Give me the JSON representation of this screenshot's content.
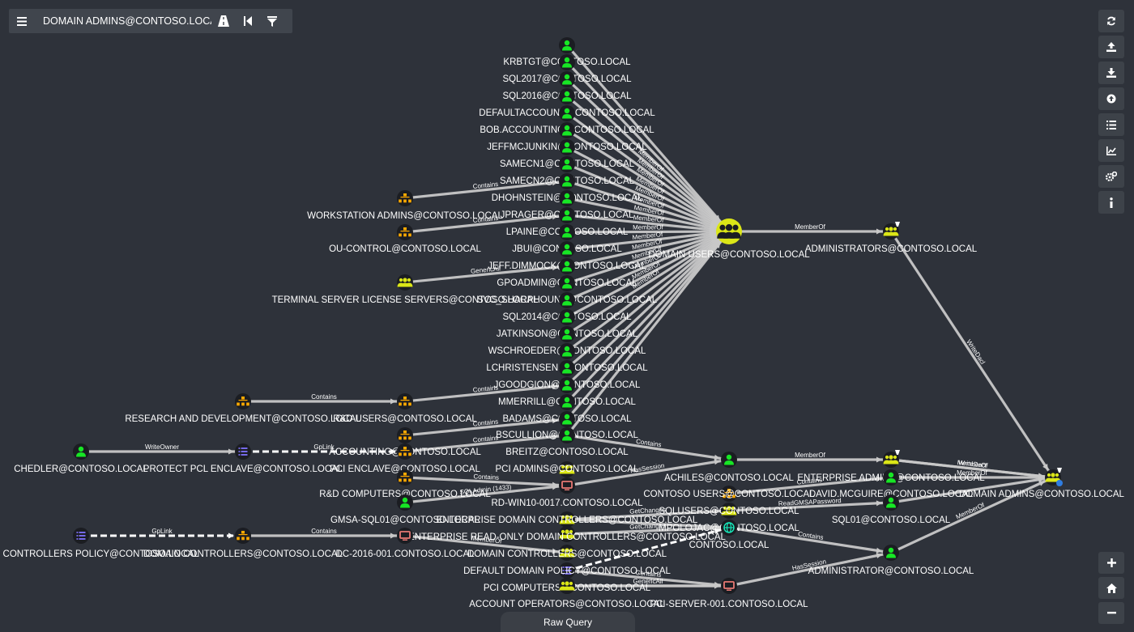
{
  "search": {
    "value": "DOMAIN ADMINS@CONTOSO.LOCAL"
  },
  "bottom": {
    "raw_query_label": "Raw Query"
  },
  "colors": {
    "background": "#2e323a",
    "user": "#17e625",
    "group": "#dbe617",
    "ou": "#ffaa00",
    "gpo": "#7f72fd",
    "computer": "#e67873",
    "domain": "#17e6b9",
    "edge": "#c8c8c8"
  },
  "icons": {
    "menu": "menu-icon",
    "pathfinding": "path-icon",
    "back": "back-icon",
    "filter": "filter-icon",
    "refresh": "refresh-icon",
    "export": "export-icon",
    "import": "import-icon",
    "upload": "upload-icon",
    "queries": "queries-icon",
    "stats": "chart-icon",
    "settings": "gears-icon",
    "info": "info-icon",
    "zoom_in": "plus-icon",
    "home": "home-icon",
    "zoom_out": "minus-icon"
  },
  "nodes": [
    {
      "id": "krbtgt",
      "label": "KRBTGT@CONTOSO.LOCAL",
      "type": "user"
    },
    {
      "id": "sql2017",
      "label": "SQL2017@CONTOSO.LOCAL",
      "type": "user"
    },
    {
      "id": "sql2016",
      "label": "SQL2016@CONTOSO.LOCAL",
      "type": "user"
    },
    {
      "id": "defaultacct",
      "label": "DEFAULTACCOUNT@CONTOSO.LOCAL",
      "type": "user"
    },
    {
      "id": "bob",
      "label": "BOB.ACCOUNTING@CONTOSO.LOCAL",
      "type": "user"
    },
    {
      "id": "jeffm",
      "label": "JEFFMCJUNKIN@CONTOSO.LOCAL",
      "type": "user"
    },
    {
      "id": "samecn1",
      "label": "SAMECN1@CONTOSO.LOCAL",
      "type": "user"
    },
    {
      "id": "samecn2",
      "label": "SAMECN2@CONTOSO.LOCAL",
      "type": "user"
    },
    {
      "id": "dhoh",
      "label": "DHOHNSTEIN@CONTOSO.LOCAL",
      "type": "user"
    },
    {
      "id": "jprager",
      "label": "JPRAGER@CONTOSO.LOCAL",
      "type": "user"
    },
    {
      "id": "lpaine",
      "label": "LPAINE@CONTOSO.LOCAL",
      "type": "user"
    },
    {
      "id": "jbui",
      "label": "JBUI@CONTOSO.LOCAL",
      "type": "user"
    },
    {
      "id": "jeffd",
      "label": "JEFF.DIMMOCK@CONTOSO.LOCAL",
      "type": "user"
    },
    {
      "id": "gpoadmin",
      "label": "GPOADMIN@CONTOSO.LOCAL",
      "type": "user"
    },
    {
      "id": "svcsharp",
      "label": "SVC_SHARPHOUND@CONTOSO.LOCAL",
      "type": "user"
    },
    {
      "id": "sql2014",
      "label": "SQL2014@CONTOSO.LOCAL",
      "type": "user"
    },
    {
      "id": "jatkinson",
      "label": "JATKINSON@CONTOSO.LOCAL",
      "type": "user"
    },
    {
      "id": "wschroeder",
      "label": "WSCHROEDER@CONTOSO.LOCAL",
      "type": "user"
    },
    {
      "id": "lchristensen",
      "label": "LCHRISTENSEN@CONTOSO.LOCAL",
      "type": "user"
    },
    {
      "id": "jgoodgion",
      "label": "JGOODGION@CONTOSO.LOCAL",
      "type": "user"
    },
    {
      "id": "mmerrill",
      "label": "MMERRILL@CONTOSO.LOCAL",
      "type": "user"
    },
    {
      "id": "badams",
      "label": "BADAMS@CONTOSO.LOCAL",
      "type": "user"
    },
    {
      "id": "bscullion",
      "label": "BSCULLION@CONTOSO.LOCAL",
      "type": "user"
    },
    {
      "id": "breitz",
      "label": "BREITZ@CONTOSO.LOCAL",
      "type": "user"
    },
    {
      "id": "domusers",
      "label": "DOMAIN USERS@CONTOSO.LOCAL",
      "type": "group"
    },
    {
      "id": "admins",
      "label": "ADMINISTRATORS@CONTOSO.LOCAL",
      "type": "group"
    },
    {
      "id": "domadmins",
      "label": "DOMAIN ADMINS@CONTOSO.LOCAL",
      "type": "group"
    },
    {
      "id": "wsadmins",
      "label": "WORKSTATION ADMINS@CONTOSO.LOCAL",
      "type": "ou"
    },
    {
      "id": "oucontrol",
      "label": "OU-CONTROL@CONTOSO.LOCAL",
      "type": "ou"
    },
    {
      "id": "termserv",
      "label": "TERMINAL SERVER LICENSE SERVERS@CONTOSO.LOCAL",
      "type": "group"
    },
    {
      "id": "rnd",
      "label": "RESEARCH AND DEVELOPMENT@CONTOSO.LOCAL",
      "type": "ou"
    },
    {
      "id": "rndusers",
      "label": "R&D USERS@CONTOSO.LOCAL",
      "type": "ou"
    },
    {
      "id": "chedler",
      "label": "CHEDLER@CONTOSO.LOCAL",
      "type": "user"
    },
    {
      "id": "protectpcl",
      "label": "PROTECT PCL ENCLAVE@CONTOSO.LOCAL",
      "type": "gpo"
    },
    {
      "id": "accounting",
      "label": "ACCOUNTING@CONTOSO.LOCAL",
      "type": "ou"
    },
    {
      "id": "pciencl",
      "label": "PCI ENCLAVE@CONTOSO.LOCAL",
      "type": "ou"
    },
    {
      "id": "rndcomp",
      "label": "R&D COMPUTERS@CONTOSO.LOCAL",
      "type": "ou"
    },
    {
      "id": "gmsa",
      "label": "GMSA-SQL01@CONTOSO.LOCAL",
      "type": "user"
    },
    {
      "id": "pciadmins",
      "label": "PCI ADMINS@CONTOSO.LOCAL",
      "type": "group"
    },
    {
      "id": "rdwin",
      "label": "RD-WIN10-0017.CONTOSO.LOCAL",
      "type": "computer"
    },
    {
      "id": "entdc",
      "label": "ENTERPRISE DOMAIN CONTROLLERS@CONTOSO.LOCAL",
      "type": "group"
    },
    {
      "id": "entrodc",
      "label": "ENTERPRISE READ-ONLY DOMAIN CONTROLLERS@CONTOSO.LOCAL",
      "type": "group"
    },
    {
      "id": "dcpolicy",
      "label": "DOMAIN CONTROLLERS POLICY@CONTOSO.LOCAL",
      "type": "gpo"
    },
    {
      "id": "dcou",
      "label": "DOMAIN CONTROLLERS@CONTOSO.LOCAL",
      "type": "ou"
    },
    {
      "id": "dc2016",
      "label": "DC-2016-001.CONTOSO.LOCAL",
      "type": "computer"
    },
    {
      "id": "domctrls",
      "label": "DOMAIN CONTROLLERS@CONTOSO.LOCAL",
      "type": "group"
    },
    {
      "id": "defdompol",
      "label": "DEFAULT DOMAIN POLICY@CONTOSO.LOCAL",
      "type": "gpo"
    },
    {
      "id": "pcicomp",
      "label": "PCI COMPUTERS@CONTOSO.LOCAL",
      "type": "ou"
    },
    {
      "id": "acctops",
      "label": "ACCOUNT OPERATORS@CONTOSO.LOCAL",
      "type": "group"
    },
    {
      "id": "pciserver",
      "label": "PCI-SERVER-001.CONTOSO.LOCAL",
      "type": "computer"
    },
    {
      "id": "achiles",
      "label": "ACHILES@CONTOSO.LOCAL",
      "type": "user"
    },
    {
      "id": "contosousers",
      "label": "CONTOSO USERS@CONTOSO.LOCAL",
      "type": "ou"
    },
    {
      "id": "sqlusers",
      "label": "SQLUSERS@CONTOSO.LOCAL",
      "type": "group"
    },
    {
      "id": "mpolojac",
      "label": "MPOLOJAC@CONTOSO.LOCAL",
      "type": "user"
    },
    {
      "id": "contosodom",
      "label": "CONTOSO.LOCAL",
      "type": "domain"
    },
    {
      "id": "entadmins",
      "label": "ENTERPRISE ADMINS@CONTOSO.LOCAL",
      "type": "group"
    },
    {
      "id": "davidm",
      "label": "DAVID.MCGUIRE@CONTOSO.LOCAL",
      "type": "user"
    },
    {
      "id": "sql01",
      "label": "SQL01@CONTOSO.LOCAL",
      "type": "user"
    },
    {
      "id": "administrator",
      "label": "ADMINISTRATOR@CONTOSO.LOCAL",
      "type": "user"
    }
  ],
  "edges": [
    {
      "from": "krbtgt",
      "to": "domusers",
      "label": ""
    },
    {
      "from": "sql2017",
      "to": "domusers",
      "label": ""
    },
    {
      "from": "sql2016",
      "to": "domusers",
      "label": ""
    },
    {
      "from": "defaultacct",
      "to": "domusers",
      "label": "MemberOf"
    },
    {
      "from": "bob",
      "to": "domusers",
      "label": "MemberOf"
    },
    {
      "from": "jeffm",
      "to": "domusers",
      "label": "MemberOf"
    },
    {
      "from": "samecn1",
      "to": "domusers",
      "label": "MemberOf"
    },
    {
      "from": "samecn2",
      "to": "domusers",
      "label": "MemberOf"
    },
    {
      "from": "dhoh",
      "to": "domusers",
      "label": "MemberOf"
    },
    {
      "from": "jprager",
      "to": "domusers",
      "label": "MemberOf"
    },
    {
      "from": "lpaine",
      "to": "domusers",
      "label": "MemberOf"
    },
    {
      "from": "jbui",
      "to": "domusers",
      "label": "MemberOf"
    },
    {
      "from": "jeffd",
      "to": "domusers",
      "label": "MemberOf"
    },
    {
      "from": "gpoadmin",
      "to": "domusers",
      "label": "MemberOf"
    },
    {
      "from": "svcsharp",
      "to": "domusers",
      "label": "MemberOf"
    },
    {
      "from": "sql2014",
      "to": "domusers",
      "label": "MemberOf"
    },
    {
      "from": "jatkinson",
      "to": "domusers",
      "label": "MemberOf"
    },
    {
      "from": "wschroeder",
      "to": "domusers",
      "label": "MemberOf"
    },
    {
      "from": "lchristensen",
      "to": "domusers",
      "label": ""
    },
    {
      "from": "jgoodgion",
      "to": "domusers",
      "label": ""
    },
    {
      "from": "mmerrill",
      "to": "domusers",
      "label": ""
    },
    {
      "from": "badams",
      "to": "domusers",
      "label": ""
    },
    {
      "from": "bscullion",
      "to": "domusers",
      "label": ""
    },
    {
      "from": "breitz",
      "to": "domusers",
      "label": ""
    },
    {
      "from": "domusers",
      "to": "admins",
      "label": "MemberOf"
    },
    {
      "from": "admins",
      "to": "domadmins",
      "label": "WriteDacl"
    },
    {
      "from": "wsadmins",
      "to": "dhoh",
      "label": "Contains"
    },
    {
      "from": "oucontrol",
      "to": "lpaine",
      "label": "Contains"
    },
    {
      "from": "termserv",
      "to": "gpoadmin",
      "label": "GenericAll"
    },
    {
      "from": "rnd",
      "to": "rndusers",
      "label": "Contains"
    },
    {
      "from": "rndusers",
      "to": "mmerrill",
      "label": "Contains"
    },
    {
      "from": "accounting",
      "to": "bscullion",
      "label": "Contains"
    },
    {
      "from": "chedler",
      "to": "protectpcl",
      "label": "WriteOwner"
    },
    {
      "from": "protectpcl",
      "to": "pciencl",
      "label": "GpLink",
      "dashed": true
    },
    {
      "from": "pciencl",
      "to": "breitz",
      "label": "Contains"
    },
    {
      "from": "rndcomp",
      "to": "rdwin",
      "label": "Contains"
    },
    {
      "from": "gmsa",
      "to": "rdwin",
      "label": "SQLAdmin (1433)"
    },
    {
      "from": "breitz",
      "to": "achiles",
      "label": "Contains"
    },
    {
      "from": "rdwin",
      "to": "achiles",
      "label": "HasSession"
    },
    {
      "from": "achiles",
      "to": "entadmins",
      "label": "MemberOf"
    },
    {
      "from": "entadmins",
      "to": "domadmins",
      "label": "WriteDacl"
    },
    {
      "from": "entadmins",
      "to": "domadmins",
      "label": "MemberOf"
    },
    {
      "from": "contosousers",
      "to": "davidm",
      "label": "Contains"
    },
    {
      "from": "davidm",
      "to": "domadmins",
      "label": "MemberOf"
    },
    {
      "from": "sqlusers",
      "to": "sql01",
      "label": "ReadGMSAPassword"
    },
    {
      "from": "sql01",
      "to": "domadmins",
      "label": ""
    },
    {
      "from": "entdc",
      "to": "sqlusers",
      "label": "GetChanges"
    },
    {
      "from": "entdc",
      "to": "mpolojac",
      "label": ""
    },
    {
      "from": "entrodc",
      "to": "mpolojac",
      "label": "GetChanges"
    },
    {
      "from": "mpolojac",
      "to": "administrator",
      "label": "Contains"
    },
    {
      "from": "administrator",
      "to": "domadmins",
      "label": "MemberOf"
    },
    {
      "from": "dcpolicy",
      "to": "dcou",
      "label": "GpLink",
      "dashed": true
    },
    {
      "from": "dcou",
      "to": "dc2016",
      "label": "Contains"
    },
    {
      "from": "dc2016",
      "to": "domctrls",
      "label": "MemberOf"
    },
    {
      "from": "defdompol",
      "to": "mpolojac",
      "label": "",
      "dashed": true
    },
    {
      "from": "defdompol",
      "to": "pciserver",
      "label": "Contains"
    },
    {
      "from": "pcicomp",
      "to": "pciserver",
      "label": "GenericAll"
    },
    {
      "from": "acctops",
      "to": "pciserver",
      "label": ""
    },
    {
      "from": "pciserver",
      "to": "administrator",
      "label": "HasSession"
    }
  ]
}
